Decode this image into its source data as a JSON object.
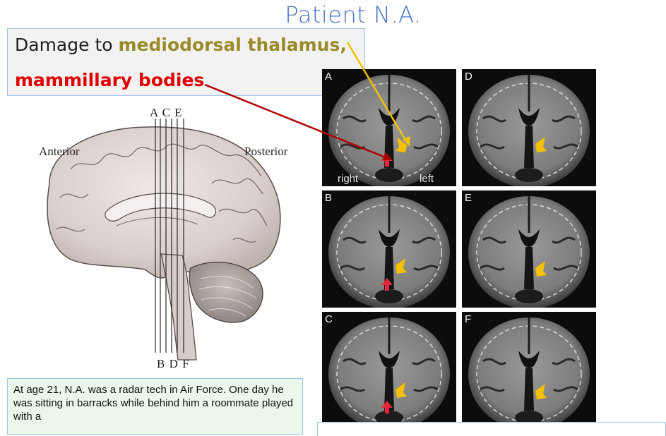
{
  "title": "Patient N.A.",
  "callout": {
    "prefix": "Damage to ",
    "highlight": "mediodorsal thalamus,",
    "line2": "mammillary bodies"
  },
  "brain_figure": {
    "top_letters": "A C E",
    "bottom_letters": "B D F",
    "anterior": "Anterior",
    "posterior": "Posterior"
  },
  "mri_panels": [
    {
      "letter": "A",
      "left_side": "right",
      "right_side": "left",
      "arrows": [
        "yellow",
        "red"
      ]
    },
    {
      "letter": "D",
      "left_side": "",
      "right_side": "",
      "arrows": [
        "yellow"
      ]
    },
    {
      "letter": "B",
      "left_side": "",
      "right_side": "",
      "arrows": [
        "yellow",
        "red"
      ]
    },
    {
      "letter": "E",
      "left_side": "",
      "right_side": "",
      "arrows": [
        "yellow"
      ]
    },
    {
      "letter": "C",
      "left_side": "",
      "right_side": "",
      "arrows": [
        "yellow",
        "red"
      ]
    },
    {
      "letter": "F",
      "left_side": "",
      "right_side": "",
      "arrows": [
        "yellow"
      ]
    }
  ],
  "story": {
    "text": "At age 21, N.A. was a radar tech in Air Force. One day he was sitting in barracks while behind him a roommate played with a"
  },
  "colors": {
    "title": "#4472c4",
    "highlight": "#9a8b2a",
    "red": "#e00000",
    "yellow_arrow": "#f5c000",
    "red_arrow": "#e8253a"
  }
}
